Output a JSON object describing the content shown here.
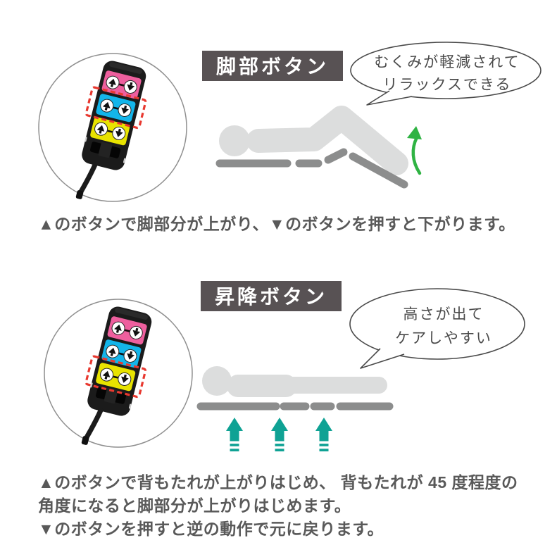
{
  "colors": {
    "background": "#ffffff",
    "title_bg": "#585254",
    "title_text": "#ffffff",
    "caption_text": "#595959",
    "bubble_stroke": "#4a4a4a",
    "figure_light_gray": "#dcdddd",
    "bed_dark_gray": "#8c8d8d",
    "green_arrow": "#2fb343",
    "teal_arrow": "#0fa294",
    "remote_body": "#1b1b1b",
    "remote_row_pink": "#ee5f9e",
    "remote_row_blue": "#13b5ea",
    "remote_row_yellow": "#e8e300",
    "highlight_red": "#e8382f"
  },
  "sections": [
    {
      "title": "脚部ボタン",
      "bubble_lines": [
        "むくみが軽減されて",
        "リラックスできる"
      ],
      "remote": {
        "rows": [
          "pink",
          "blue",
          "yellow"
        ],
        "button_icons": [
          "up-arrow",
          "down-arrow"
        ],
        "highlighted_row": "middle-blue-row"
      },
      "illustration": "person-reclining-legs-raised",
      "caption_lines": [
        "▲のボタンで脚部分が上がり、▼のボタンを押すと下がります。"
      ]
    },
    {
      "title": "昇降ボタン",
      "bubble_lines": [
        "高さが出て",
        "ケアしやすい"
      ],
      "remote": {
        "rows": [
          "pink",
          "blue",
          "yellow"
        ],
        "button_icons": [
          "up-arrow",
          "down-arrow"
        ],
        "highlighted_row": "bottom-yellow-row"
      },
      "illustration": "person-flat-bed-rising",
      "caption_lines": [
        "▲のボタンで背もたれが上がりはじめ、 背もたれが 45 度程度の",
        "角度になると脚部分が上がりはじめます。",
        "▼のボタンを押すと逆の動作で元に戻ります。"
      ]
    }
  ]
}
